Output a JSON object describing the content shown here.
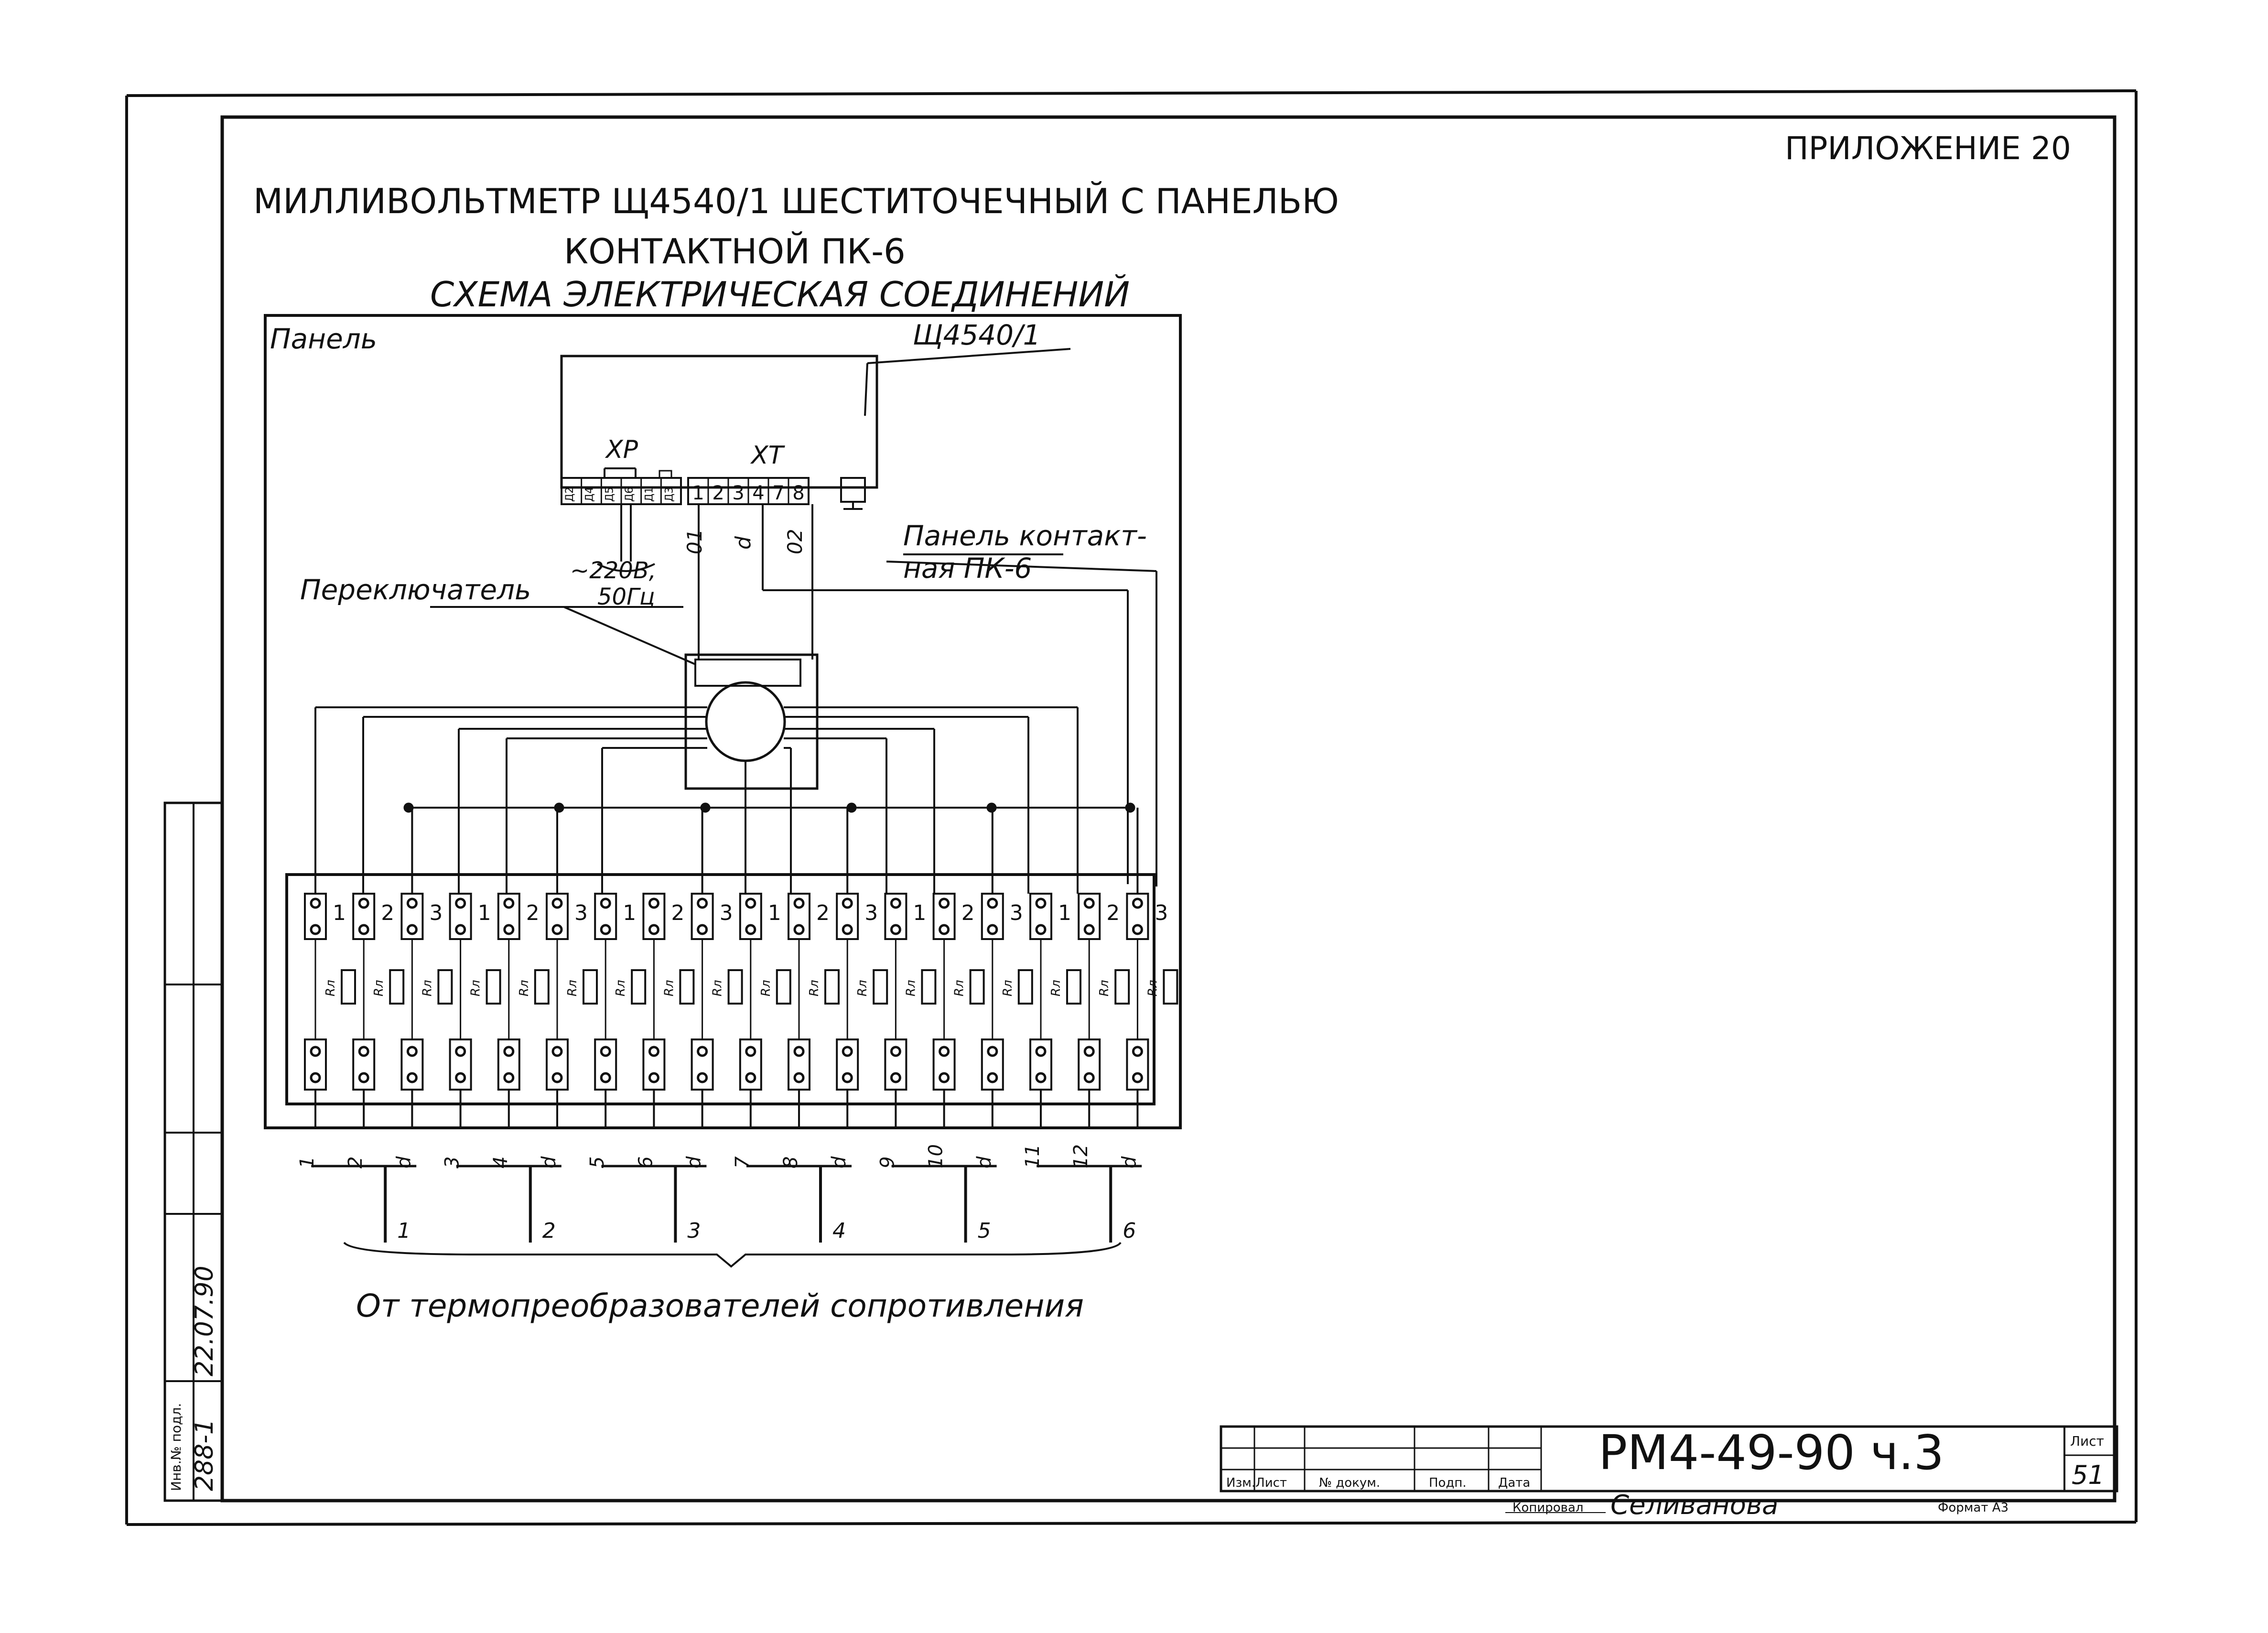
{
  "appendix": "ПРИЛОЖЕНИЕ 20",
  "title": {
    "line1": "МИЛЛИВОЛЬТМЕТР Щ4540/1 ШЕСТИТОЧЕЧНЫЙ С ПАНЕЛЬЮ",
    "line2": "КОНТАКТНОЙ ПК-6",
    "line3": "СХЕМА ЭЛЕКТРИЧЕСКАЯ СОЕДИНЕНИЙ"
  },
  "panel_label": "Панель",
  "device": {
    "name": "Щ4540/1",
    "xp_label": "ХР",
    "xt_label": "ХТ",
    "xp_pins": [
      "Д2",
      "Д4",
      "Д5",
      "Д6",
      "Д1",
      "Д3"
    ],
    "xt_pins": [
      "1",
      "2",
      "3",
      "4",
      "7",
      "8"
    ],
    "wire_labels": [
      "01",
      "d",
      "02"
    ],
    "power_line1": "~220В,",
    "power_line2": "50Гц"
  },
  "switch_label": "Переключатель",
  "contact_panel_line1": "Панель контакт-",
  "contact_panel_line2": "ная ПК-6",
  "resistor_label": "Rл",
  "channel_numbers": [
    "1",
    "2",
    "3",
    "1",
    "2",
    "3",
    "1",
    "2",
    "3",
    "1",
    "2",
    "3",
    "1",
    "2",
    "3",
    "1",
    "2",
    "3"
  ],
  "terminal_labels": [
    "1",
    "2",
    "d",
    "3",
    "4",
    "d",
    "5",
    "6",
    "d",
    "7",
    "8",
    "d",
    "9",
    "10",
    "d",
    "11",
    "12",
    "d"
  ],
  "sensor_numbers": [
    "1",
    "2",
    "3",
    "4",
    "5",
    "6"
  ],
  "sources_label": "От термопреобразователей сопротивления",
  "title_block": {
    "doc_number": "РМ4-49-90 ч.3",
    "col_change": "Изм.Лист",
    "col_doc": "№ докум.",
    "col_sign": "Подп.",
    "col_date": "Дата",
    "sheet_label": "Лист",
    "sheet_number": "51",
    "copied_label": "Копировал",
    "copied_name": "Селиванова",
    "format_label": "Формат А3"
  },
  "side_stamp": {
    "inv_label": "Инв.№ подл.",
    "inv_value": "288-1",
    "sign_value": "22.07.90"
  }
}
